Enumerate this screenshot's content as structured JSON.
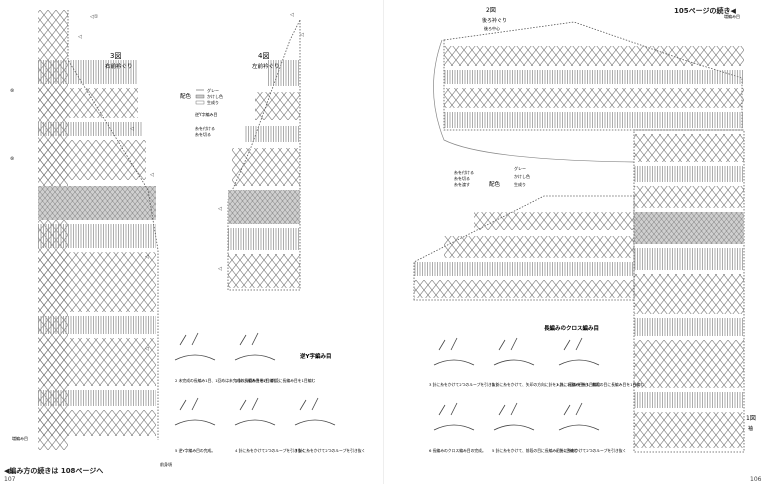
{
  "left_page": {
    "page_number": "107",
    "footer": "◀編み方の続きは 108ページへ",
    "fig3": {
      "title": "3図",
      "subtitle": "右前衿ぐり"
    },
    "fig4": {
      "title": "4図",
      "subtitle": "左前衿ぐり"
    },
    "legend": {
      "label": "配色",
      "rows": [
        "グレー",
        "かけし色",
        "生成り"
      ],
      "stitch": "逆Y字編み目",
      "marks": [
        "糸を付ける",
        "糸を切る"
      ]
    },
    "bottom_labels": [
      "増編み目",
      "前身頃"
    ],
    "technique": {
      "title": "逆Y字編み目",
      "steps": [
        "2 未完成の長編み1目、1回めは未完成の長編み目を1目編む",
        "1 針に2回糸を巻き、前段に長編み目を1目編む",
        "5 逆Y字編み目の完成。",
        "4 針に糸をかけて2つのループを引き抜く",
        "3 針に糸をかけて2つのループを引き抜く"
      ]
    }
  },
  "right_page": {
    "page_number": "106",
    "header": "105ページの続き◀",
    "fig2": {
      "title": "2図",
      "subtitle": "後ろ衿ぐり"
    },
    "top_labels": [
      "後ろ中心",
      "増編み目"
    ],
    "legend": {
      "label": "配色",
      "rows": [
        "グレー",
        "かけし色",
        "生成り"
      ],
      "marks": [
        "糸を付ける",
        "糸を切る",
        "糸を渡す"
      ]
    },
    "fig1": {
      "title": "1図",
      "subtitle": "袖"
    },
    "technique": {
      "title": "長編みのクロス編み目",
      "steps": [
        "3 針に糸をかけて2つのループを引き抜く",
        "2 針に糸をかけて、矢印の方向に針を入れ、長編み目を1目編む",
        "1 針に2回糸を巻き、前段の目に長編み目を1目編む",
        "6 長編みのクロス編み目の完成。",
        "5 針に糸をかけて、前段の目に長編み目を1目編む",
        "4 針に糸をかけて2つのループを引き抜く"
      ]
    }
  }
}
